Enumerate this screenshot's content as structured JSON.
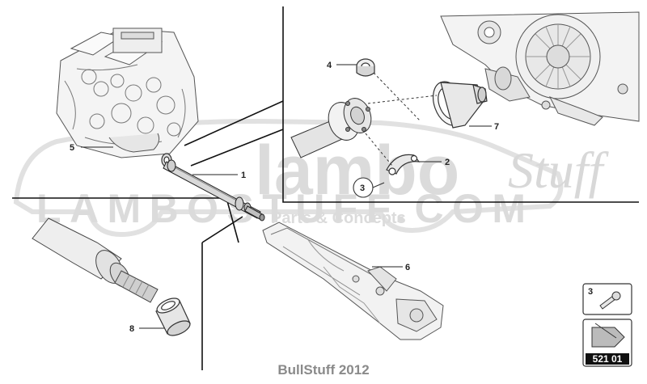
{
  "callouts": {
    "c1": "1",
    "c2": "2",
    "c3": "3",
    "c4": "4",
    "c5": "5",
    "c6": "6",
    "c7": "7",
    "c8": "8"
  },
  "watermark": {
    "brand_word": "lambo",
    "brand_script": "Stuff",
    "domain": "LAMBOSTUFF.COM",
    "tagline": "Parts & Concepts"
  },
  "legend_box": {
    "item_number": "3"
  },
  "reference": {
    "code": "521 01"
  },
  "footer": {
    "credit": "BullStuff 2012"
  }
}
